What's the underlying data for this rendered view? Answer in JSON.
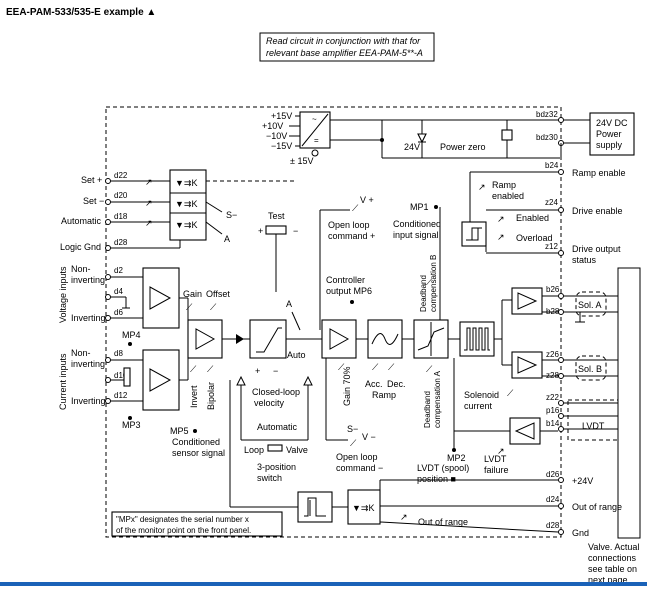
{
  "title": "EEA-PAM-533/535-E example ▲",
  "note": [
    "Read circuit in conjunction with that for",
    "relevant base amplifier EEA-PAM-5**-A"
  ],
  "power_supply": {
    "voltages": [
      "+15V",
      "+10V",
      "−10V",
      "−15V"
    ],
    "pm15": "± 15V",
    "v24": "24V",
    "power_zero": "Power zero",
    "supply_label": [
      "24V DC",
      "Power",
      "supply"
    ],
    "terminals": [
      "bdz32",
      "bdz30"
    ]
  },
  "inputs": {
    "set_plus": "Set +",
    "set_minus": "Set −",
    "automatic": "Automatic",
    "logic_gnd": "Logic Gnd",
    "terminals": [
      "d22",
      "d20",
      "d18",
      "d28",
      "d2",
      "d4",
      "d6",
      "d8",
      "d10",
      "d12"
    ],
    "s_minus": "S−",
    "a": "A",
    "voltage_inputs": "Voltage inputs",
    "current_inputs": "Current inputs",
    "noninv1": [
      "Non-",
      "inverting"
    ],
    "inverting1": "Inverting",
    "noninv2": [
      "Non-",
      "inverting"
    ],
    "inverting2": "Inverting"
  },
  "monitor": {
    "mp4": "MP4",
    "mp3": "MP3",
    "mp5": "MP5",
    "mp5_desc": [
      "Conditioned",
      "sensor signal"
    ],
    "mp1": "MP1",
    "mp1_desc": [
      "Conditioned",
      "input signal"
    ],
    "mp6_desc": [
      "Controller",
      "output  MP6"
    ],
    "mp2": "MP2",
    "mp2_desc": [
      "LVDT (spool)",
      "position ■"
    ],
    "footnote": [
      "\"MPx\" designates the serial number x",
      "of the monitor point on the front panel."
    ]
  },
  "controls": {
    "gain": "Gain",
    "offset": "Offset",
    "invert": "Invert",
    "bipolar": "Bipolar",
    "test": "Test",
    "plus": "+",
    "minus": "−",
    "closed_loop": [
      "Closed-loop",
      "velocity"
    ],
    "auto": "Auto",
    "a2": "A",
    "automatic2": "Automatic",
    "loop": "Loop",
    "valve": "Valve",
    "switch": [
      "3-position",
      "switch"
    ],
    "open_loop_plus": [
      "Open loop",
      "command +"
    ],
    "open_loop_minus": [
      "Open loop",
      "command −"
    ],
    "v_plus": "V +",
    "v_minus": "V −",
    "s_minus2": "S−",
    "gain70": "Gain 70%",
    "acc": "Acc.",
    "dec": "Dec.",
    "ramp": "Ramp",
    "db_b": [
      "Deadband",
      "compensation B"
    ],
    "db_a": [
      "Deadband",
      "compensation A"
    ],
    "solenoid_current": [
      "Solenoid",
      "current"
    ],
    "lvdt_failure": [
      "LVDT",
      "failure"
    ]
  },
  "outputs": {
    "ramp_enable": "Ramp enable",
    "ramp_enabled": [
      "Ramp",
      "enabled"
    ],
    "drive_enable": "Drive enable",
    "enabled": "Enabled",
    "overload": "Overload",
    "drive_output": [
      "Drive output",
      "status"
    ],
    "sol_a": "Sol. A",
    "sol_b": "Sol. B",
    "lvdt": "LVDT",
    "plus24": "+24V",
    "out_of_range": "Out of range",
    "out_of_range2": "Out of range",
    "gnd": "Gnd",
    "terminals": [
      "b24",
      "z24",
      "z12",
      "b26",
      "b28",
      "z26",
      "z28",
      "z22",
      "p16",
      "b14",
      "d26",
      "d24",
      "d28"
    ],
    "valve_note": [
      "Valve. Actual",
      "connections",
      "see table on",
      "next page."
    ]
  }
}
